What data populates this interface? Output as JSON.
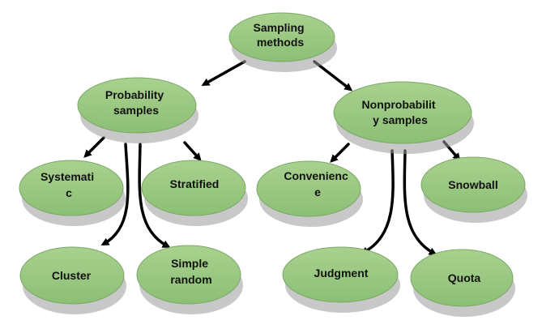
{
  "colors": {
    "node_fill": "#93c47d",
    "node_fill_light": "#b6d7a8",
    "node_stroke": "#6a9a55",
    "shadow": "#9a9a9a",
    "arrow": "#000000",
    "background": "#ffffff"
  },
  "nodes": {
    "root": {
      "lines": [
        "Sampling",
        "methods"
      ]
    },
    "probability": {
      "lines": [
        "Probability",
        "samples"
      ]
    },
    "nonprobability": {
      "lines": [
        "Nonprobabilit",
        "y samples"
      ]
    },
    "systematic": {
      "lines": [
        "Systemati",
        "c"
      ]
    },
    "stratified": {
      "lines": [
        "Stratified"
      ]
    },
    "cluster": {
      "lines": [
        "Cluster"
      ]
    },
    "simple_random": {
      "lines": [
        "Simple",
        "random"
      ]
    },
    "convenience": {
      "lines": [
        "Convenienc",
        "e"
      ]
    },
    "snowball": {
      "lines": [
        "Snowball"
      ]
    },
    "judgment": {
      "lines": [
        "Judgment"
      ]
    },
    "quota": {
      "lines": [
        "Quota"
      ]
    }
  }
}
